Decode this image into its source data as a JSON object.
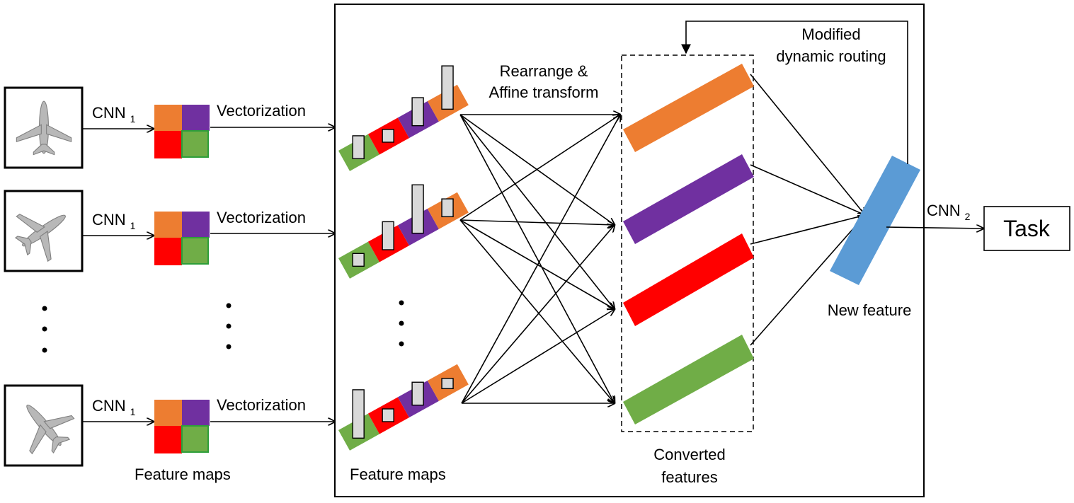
{
  "colors": {
    "orange": "#ED7D31",
    "purple": "#7030A0",
    "red": "#FF0000",
    "green": "#70AD47",
    "blue": "#5B9BD5",
    "bar": "#D9D9D9",
    "line": "#000000"
  },
  "labels": {
    "cnn1": "CNN",
    "cnn1_sub": "1",
    "vectorization": "Vectorization",
    "feature_maps_left": "Feature maps",
    "feature_maps_mid": "Feature maps",
    "rearrange_line1": "Rearrange &",
    "rearrange_line2": "Affine transform",
    "converted_line1": "Converted",
    "converted_line2": "features",
    "routing_line1": "Modified",
    "routing_line2": "dynamic routing",
    "new_feature": "New feature",
    "cnn2": "CNN",
    "cnn2_sub": "2",
    "task": "Task"
  },
  "icons": {
    "input_views": "airplane-3d-model-icon",
    "ellipsis": "vertical-ellipsis-icon"
  },
  "feature_bar_levels": [
    [
      0.45,
      0.25,
      0.55,
      0.85
    ],
    [
      0.25,
      0.55,
      0.95,
      0.35
    ],
    [
      0.95,
      0.25,
      0.45,
      0.2
    ]
  ]
}
